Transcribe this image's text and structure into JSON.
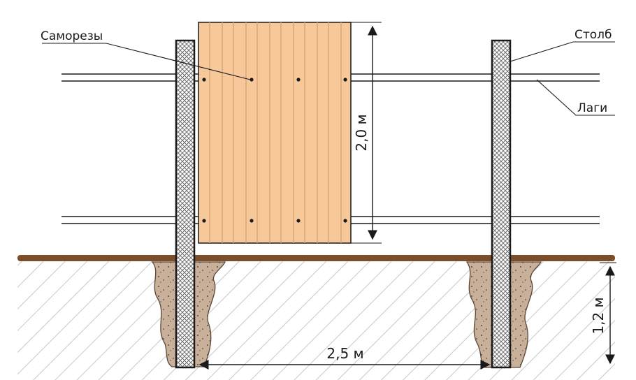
{
  "labels": {
    "screws": "Саморезы",
    "post": "Столб",
    "rails": "Лаги",
    "height": "2,0 м",
    "depth": "1,2 м",
    "span": "2,5 м"
  },
  "colors": {
    "ground_line": "#7a4e2a",
    "hatch": "#c8c8c8",
    "sheet_fill": "#f7c99a",
    "sheet_rib": "#d9a276",
    "concrete": "#c9b09a",
    "post_mesh": "#7a7a7a",
    "outline": "#1a1a1a"
  }
}
